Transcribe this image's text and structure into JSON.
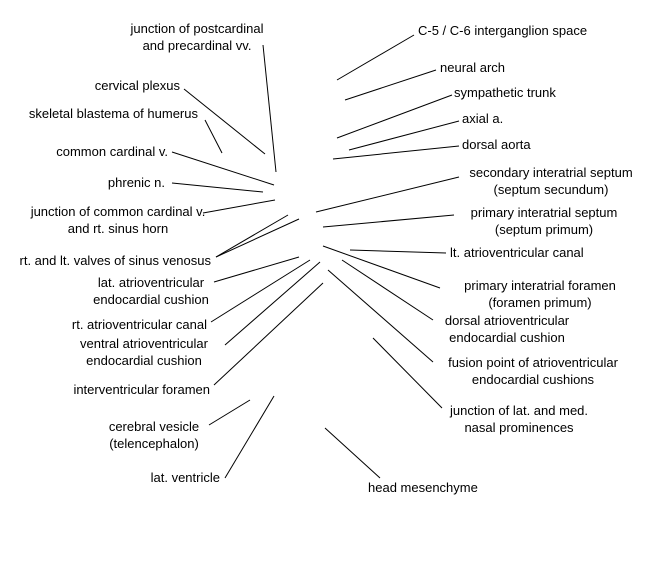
{
  "labels": [
    {
      "id": "postcardinal-precardinal-junction",
      "lines": [
        "junction of postcardinal",
        "and precardinal vv."
      ]
    },
    {
      "id": "cervical-plexus",
      "lines": [
        "cervical plexus"
      ]
    },
    {
      "id": "humerus-blastema",
      "lines": [
        "skeletal blastema of humerus"
      ]
    },
    {
      "id": "common-cardinal-vein",
      "lines": [
        "common cardinal v."
      ]
    },
    {
      "id": "phrenic-nerve",
      "lines": [
        "phrenic n."
      ]
    },
    {
      "id": "common-cardinal-sinus-horn-junction",
      "lines": [
        "junction of common cardinal v.",
        "and rt. sinus horn"
      ]
    },
    {
      "id": "sinus-venosus-valves",
      "lines": [
        "rt. and lt. valves of sinus venosus"
      ]
    },
    {
      "id": "lat-av-cushion",
      "lines": [
        "lat. atrioventricular",
        "endocardial cushion"
      ]
    },
    {
      "id": "rt-av-canal",
      "lines": [
        "rt. atrioventricular canal"
      ]
    },
    {
      "id": "ventral-av-cushion",
      "lines": [
        "ventral atrioventricular",
        "endocardial cushion"
      ]
    },
    {
      "id": "interventricular-foramen",
      "lines": [
        "interventricular foramen"
      ]
    },
    {
      "id": "cerebral-vesicle",
      "lines": [
        "cerebral vesicle",
        "(telencephalon)"
      ]
    },
    {
      "id": "lat-ventricle",
      "lines": [
        "lat. ventricle"
      ]
    },
    {
      "id": "interganglion-space",
      "lines": [
        "C-5 / C-6 interganglion space"
      ]
    },
    {
      "id": "neural-arch",
      "lines": [
        "neural arch"
      ]
    },
    {
      "id": "sympathetic-trunk",
      "lines": [
        "sympathetic trunk"
      ]
    },
    {
      "id": "axial-artery",
      "lines": [
        "axial a."
      ]
    },
    {
      "id": "dorsal-aorta",
      "lines": [
        "dorsal aorta"
      ]
    },
    {
      "id": "septum-secundum",
      "lines": [
        "secondary interatrial septum",
        "(septum secundum)"
      ]
    },
    {
      "id": "septum-primum",
      "lines": [
        "primary interatrial septum",
        "(septum primum)"
      ]
    },
    {
      "id": "lt-av-canal",
      "lines": [
        "lt. atrioventricular canal"
      ]
    },
    {
      "id": "foramen-primum",
      "lines": [
        "primary interatrial foramen",
        "(foramen primum)"
      ]
    },
    {
      "id": "dorsal-av-cushion",
      "lines": [
        "dorsal atrioventricular",
        "endocardial cushion"
      ]
    },
    {
      "id": "av-cushion-fusion",
      "lines": [
        "fusion point of atrioventricular",
        "endocardial cushions"
      ]
    },
    {
      "id": "nasal-prominences-junction",
      "lines": [
        "junction of lat. and med.",
        "nasal prominences"
      ]
    },
    {
      "id": "head-mesenchyme",
      "lines": [
        "head mesenchyme"
      ]
    }
  ]
}
